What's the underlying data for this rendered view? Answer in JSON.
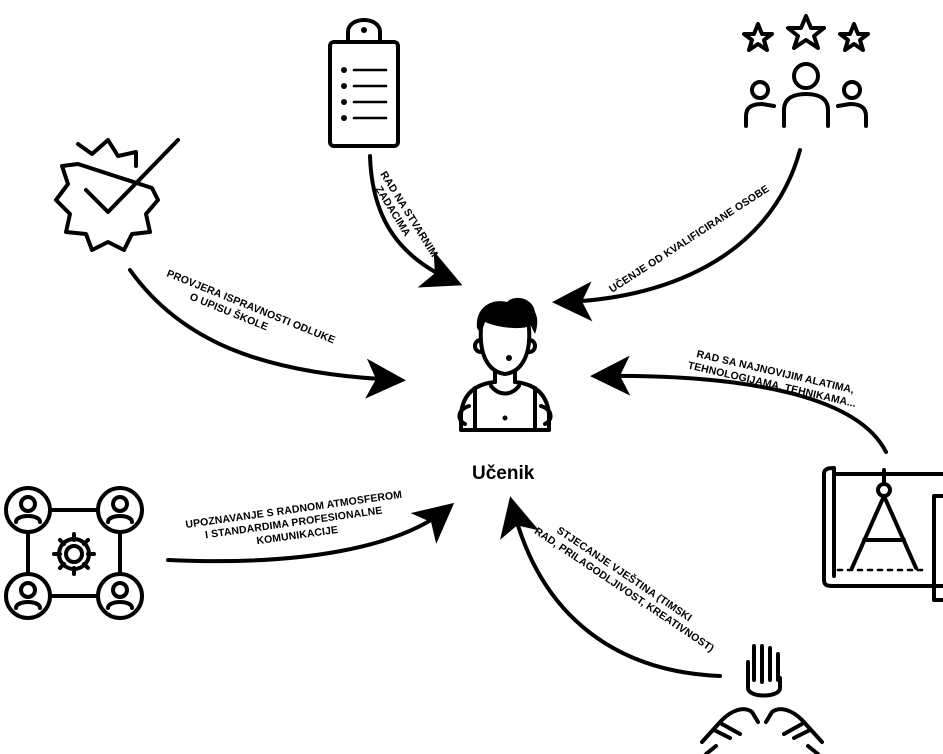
{
  "center": {
    "label": "Učenik",
    "icon": "student-icon"
  },
  "nodes": [
    {
      "id": "clipboard",
      "icon": "clipboard-icon",
      "lines": [
        "RAD NA STVARNIM",
        "ZADACIMA"
      ]
    },
    {
      "id": "qualified",
      "icon": "rated-people-icon",
      "lines": [
        "UČENJE OD KVALIFICIRANE OSOBE"
      ]
    },
    {
      "id": "verify",
      "icon": "verified-badge-icon",
      "lines": [
        "PROVJERA ISPRAVNOSTI ODLUKE",
        "O UPISU ŠKOLE"
      ]
    },
    {
      "id": "tools",
      "icon": "blueprint-compass-icon",
      "lines": [
        "RAD SA NAJNOVIJIM ALATIMA,",
        "TEHNOLOGIJAMA, TEHNIKAMA..."
      ]
    },
    {
      "id": "atmosphere",
      "icon": "network-people-gear-icon",
      "lines": [
        "UPOZNAVANJE S RADNOM ATMOSFEROM",
        "I STANDARDIMA PROFESIONALNE",
        "KOMUNIKACIJE"
      ]
    },
    {
      "id": "skills",
      "icon": "teamwork-hands-icon",
      "lines": [
        "STJECANJE VJEŠTINA (TIMSKI",
        "RAD, PRILAGODLJIVOST, KREATIVNOST)"
      ]
    }
  ]
}
